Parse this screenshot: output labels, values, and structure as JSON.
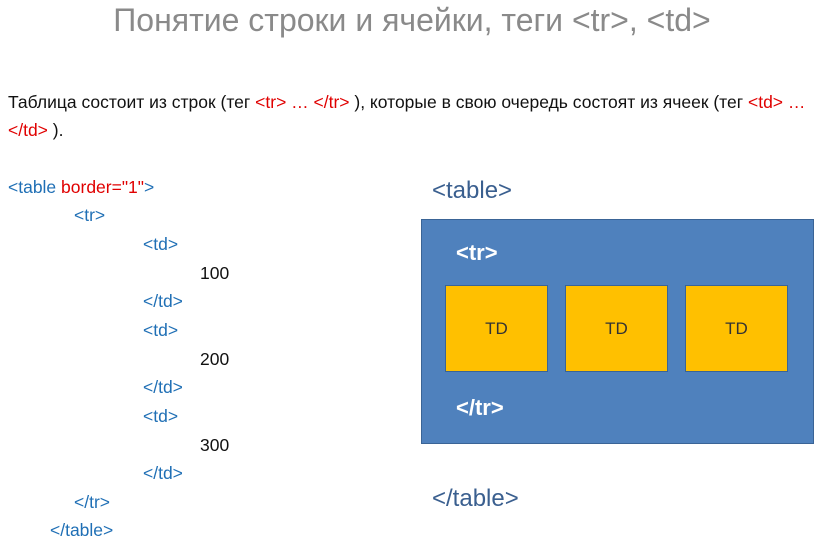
{
  "title": "Понятие строки и ячейки, теги <tr>, <td>",
  "paragraph": {
    "part1": "Таблица состоит из строк (тег ",
    "tr_tag": "<tr> … </tr>",
    "part2": " ), которые в свою очередь состоят из ячеек (тег ",
    "td_tag": "<td> … </td>",
    "part3": " )."
  },
  "code": {
    "table_open_tag": "<table ",
    "table_open_attr": "border=\"1\"",
    "table_open_close": ">",
    "tr_open": "<tr>",
    "td_open_1": "<td>",
    "value_1": "100",
    "td_close_1": "</td>",
    "td_open_2": "<td>",
    "value_2": "200",
    "td_close_2": "</td>",
    "td_open_3": "<td>",
    "value_3": "300",
    "td_close_3": "</td>",
    "tr_close": "</tr>",
    "table_close": "</table>"
  },
  "diagram": {
    "table_open": "<table>",
    "tr_open": "<tr>",
    "cells": [
      "TD",
      "TD",
      "TD"
    ],
    "tr_close": "</tr>",
    "table_close": "</table>",
    "colors": {
      "table_fill": "#4f81bd",
      "cell_fill": "#ffc000"
    }
  }
}
